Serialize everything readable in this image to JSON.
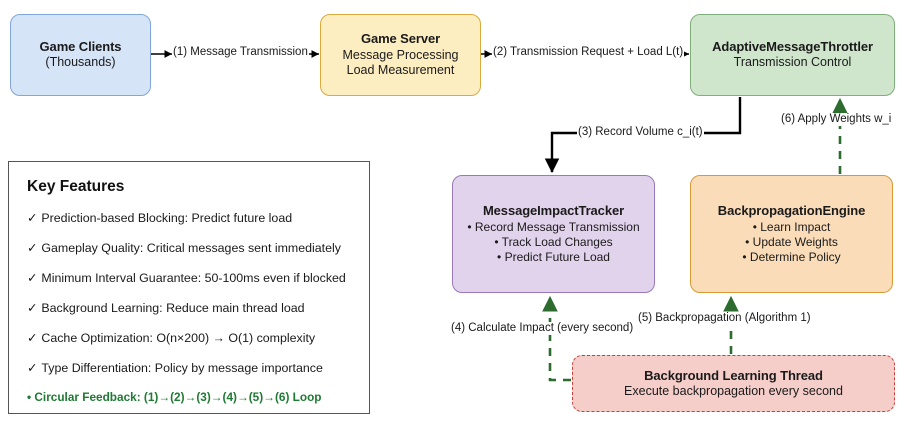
{
  "diagram": {
    "nodes": {
      "clients": {
        "title": "Game Clients",
        "sub": "(Thousands)",
        "color": "#d6e4f7"
      },
      "server": {
        "title": "Game Server",
        "line1": "Message Processing",
        "line2": "Load Measurement",
        "color": "#fdeec2"
      },
      "throttler": {
        "title": "AdaptiveMessageThrottler",
        "sub": "Transmission Control",
        "color": "#cfe6cc"
      },
      "tracker": {
        "title": "MessageImpactTracker",
        "b1": "• Record Message Transmission",
        "b2": "• Track Load Changes",
        "b3": "• Predict Future Load",
        "color": "#e2d3ec"
      },
      "backprop": {
        "title": "BackpropagationEngine",
        "b1": "• Learn Impact",
        "b2": "• Update Weights",
        "b3": "• Determine Policy",
        "color": "#fbdcb9"
      },
      "bgthread": {
        "title": "Background Learning Thread",
        "sub": "Execute backpropagation every second",
        "color": "#f5cdc9"
      }
    },
    "edges": {
      "e1": "(1) Message Transmission",
      "e2": "(2) Transmission Request + Load L(t)",
      "e3": "(3) Record Volume c_i(t)",
      "e4": "(4) Calculate Impact (every second)",
      "e5": "(5) Backpropagation (Algorithm 1)",
      "e6": "(6) Apply Weights w_i"
    },
    "edge_colors": {
      "solid": "#000000",
      "dashed": "#2d6b2f"
    }
  },
  "features": {
    "heading": "Key Features",
    "tick": "✓",
    "items": [
      "Prediction-based Blocking: Predict future load",
      "Gameplay Quality: Critical messages sent immediately",
      "Minimum Interval Guarantee: 50-100ms even if blocked",
      "Background Learning: Reduce main thread load",
      "Cache Optimization: O(n×200) → O(1) complexity",
      "Type Differentiation: Policy by message importance"
    ],
    "loop": "• Circular Feedback: (1)→(2)→(3)→(4)→(5)→(6) Loop",
    "loop_color": "#1f7a33"
  }
}
